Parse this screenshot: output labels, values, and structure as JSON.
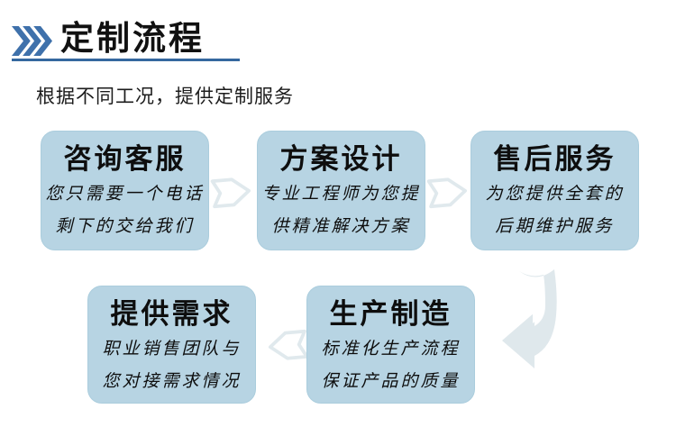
{
  "header": {
    "title": "定制流程",
    "subtitle": "根据不同工况，提供定制服务"
  },
  "colors": {
    "accent_blue": "#3f71ab",
    "underline_blue": "#35689f",
    "box_fill": "#b7d4e3",
    "arrow_light": "#e0e9ed",
    "text": "#0e0e0e"
  },
  "icons": {
    "header_icon": "triple-chevron-right",
    "connector_icons": [
      "block-arrow-right",
      "block-arrow-right",
      "bend-down-left-arrow",
      "block-arrow-left"
    ]
  },
  "flow": {
    "steps": [
      {
        "title": "咨询客服",
        "line1": "您只需要一个电话",
        "line2": "剩下的交给我们"
      },
      {
        "title": "方案设计",
        "line1": "专业工程师为您提",
        "line2": "供精准解决方案"
      },
      {
        "title": "售后服务",
        "line1": "为您提供全套的",
        "line2": "后期维护服务"
      },
      {
        "title": "提供需求",
        "line1": "职业销售团队与",
        "line2": "您对接需求情况"
      },
      {
        "title": "生产制造",
        "line1": "标准化生产流程",
        "line2": "保证产品的质量"
      }
    ]
  }
}
